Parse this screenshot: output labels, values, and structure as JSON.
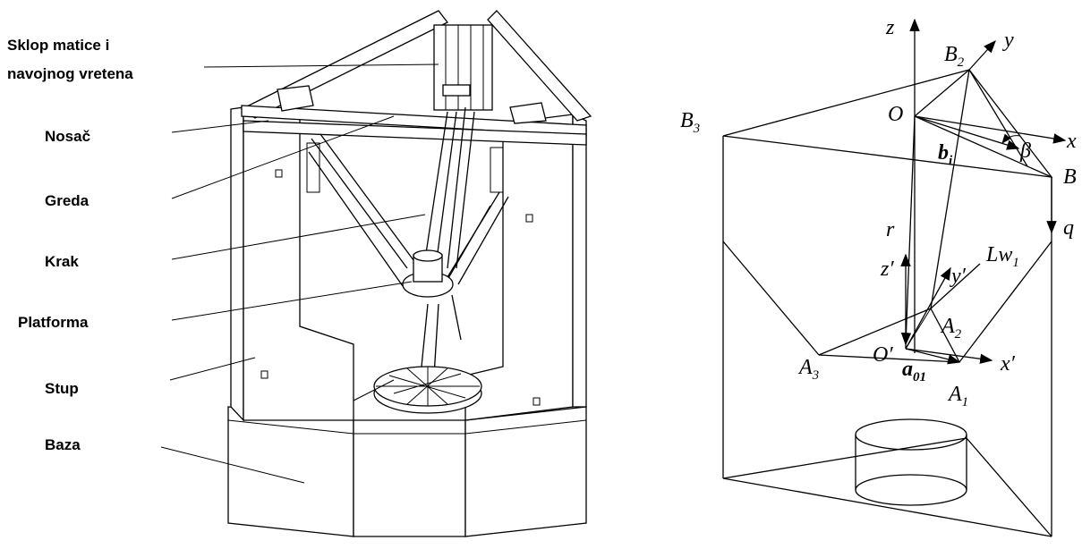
{
  "left_figure": {
    "labels": [
      {
        "id": "sklop",
        "lines": [
          "Sklop matice i",
          "navojnog vretena"
        ]
      },
      {
        "id": "nosac",
        "lines": [
          "Nosač"
        ]
      },
      {
        "id": "greda",
        "lines": [
          "Greda"
        ]
      },
      {
        "id": "krak",
        "lines": [
          "Krak"
        ]
      },
      {
        "id": "platforma",
        "lines": [
          "Platforma"
        ]
      },
      {
        "id": "stup",
        "lines": [
          "Stup"
        ]
      },
      {
        "id": "baza",
        "lines": [
          "Baza"
        ]
      }
    ]
  },
  "right_figure": {
    "axes": {
      "z": "z",
      "y": "y",
      "x": "x",
      "z_prime": "z′",
      "y_prime": "y′",
      "x_prime": "x′"
    },
    "points": {
      "O": "O",
      "O_prime": "O′",
      "B1": {
        "base": "B",
        "sub": ""
      },
      "B2": {
        "base": "B",
        "sub": "2"
      },
      "B3": {
        "base": "B",
        "sub": "3"
      },
      "A1": {
        "base": "A",
        "sub": "1"
      },
      "A2": {
        "base": "A",
        "sub": "2"
      },
      "A3": {
        "base": "A",
        "sub": "3"
      }
    },
    "vectors": {
      "b": {
        "base": "b",
        "sub": "i"
      },
      "a": {
        "base": "a",
        "sub": "01"
      },
      "r": "r",
      "q": "q",
      "Lw": {
        "base": "Lw",
        "sub": "1"
      }
    },
    "angle": "β"
  }
}
